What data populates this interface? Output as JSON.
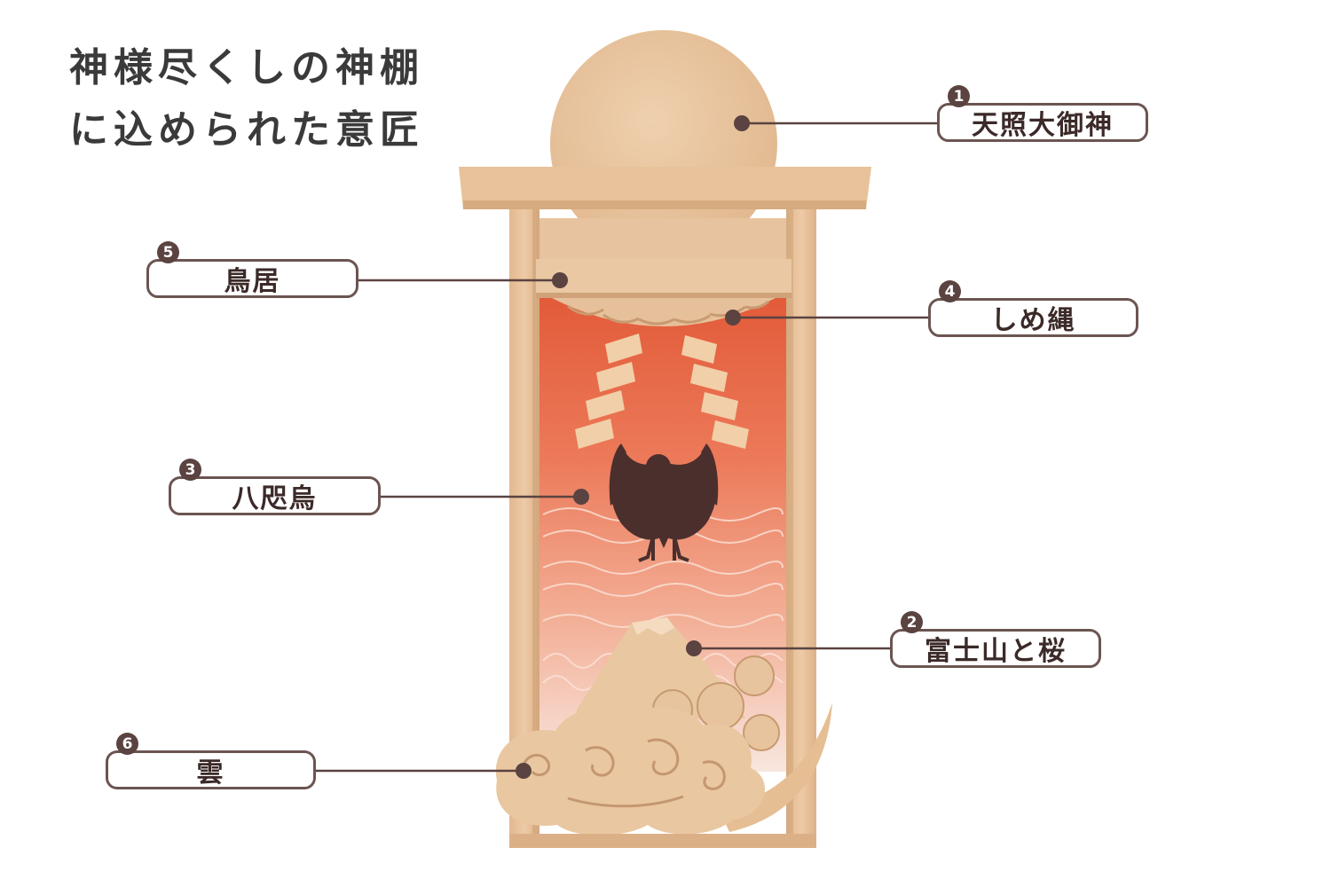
{
  "title": {
    "line1": "神様尽くしの神棚",
    "line2": "に込められた意匠"
  },
  "callouts": [
    {
      "number": "1",
      "label": "天照大御神"
    },
    {
      "number": "5",
      "label": "鳥居"
    },
    {
      "number": "4",
      "label": "しめ縄"
    },
    {
      "number": "3",
      "label": "八咫烏"
    },
    {
      "number": "2",
      "label": "富士山と桜"
    },
    {
      "number": "6",
      "label": "雲"
    }
  ],
  "colors": {
    "wood": "#e7c29d",
    "panel_top": "#e8603c",
    "accent": "#5a4340",
    "text": "#3a3a3a"
  }
}
